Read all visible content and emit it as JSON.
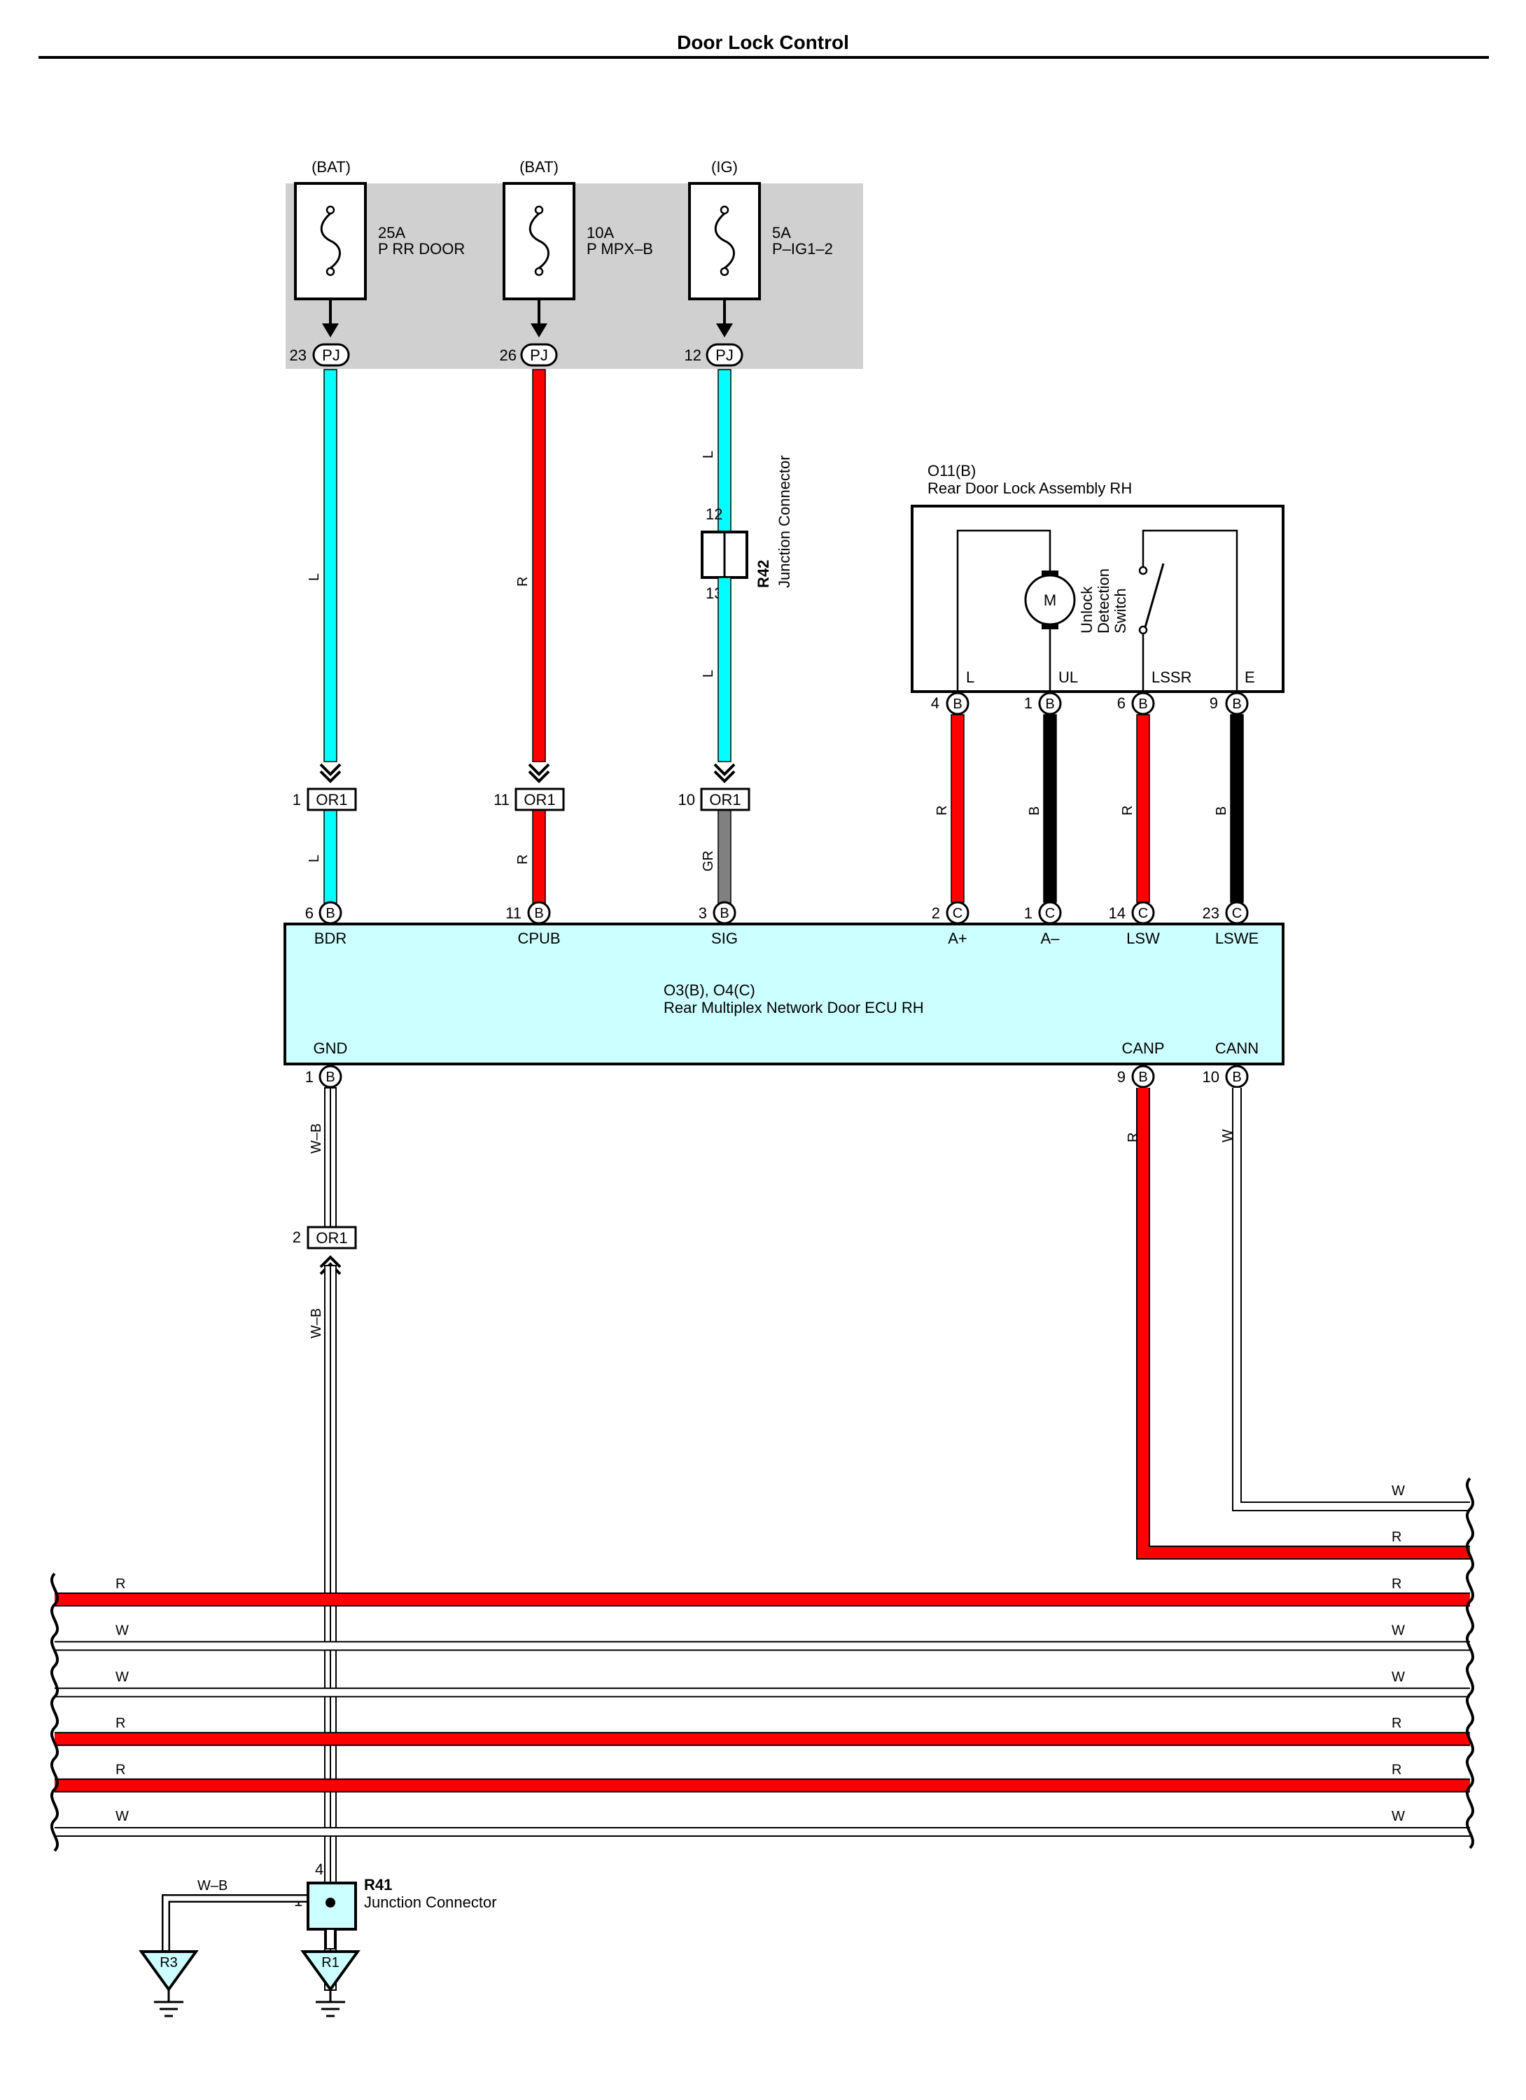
{
  "title": "Door Lock Control",
  "colors": {
    "L": "#00ffff",
    "R": "#ff0000",
    "B": "#000000",
    "GR": "#808080",
    "W": "#ffffff",
    "W-B": "#ffffff",
    "fuse_box": "#d0d0d0",
    "ecu_fill": "#ccffff"
  },
  "fuses": [
    {
      "source": "(BAT)",
      "rating": "25A",
      "name": "P RR DOOR",
      "pin": "23",
      "conn": "PJ"
    },
    {
      "source": "(BAT)",
      "rating": "10A",
      "name": "P MPX–B",
      "pin": "26",
      "conn": "PJ"
    },
    {
      "source": "(IG)",
      "rating": "5A",
      "name": "P–IG1–2",
      "pin": "12",
      "conn": "PJ"
    }
  ],
  "wire_labels": {
    "L": "L",
    "R": "R",
    "B": "B",
    "GR": "GR",
    "W": "W",
    "WB": "W–B"
  },
  "junction_r42": {
    "id": "R42",
    "name": "Junction Connector",
    "pin_top": "12",
    "pin_bottom": "13"
  },
  "or1": [
    {
      "pin": "1",
      "conn": "OR1"
    },
    {
      "pin": "11",
      "conn": "OR1"
    },
    {
      "pin": "10",
      "conn": "OR1"
    },
    {
      "pin": "2",
      "conn": "OR1"
    }
  ],
  "door_lock": {
    "id": "O11(B)",
    "name": "Rear Door Lock Assembly RH",
    "motor": "M",
    "switch_label": [
      "Unlock",
      "Detection",
      "Switch"
    ],
    "terminals": [
      {
        "label": "L",
        "pin": "4",
        "conn": "B"
      },
      {
        "label": "UL",
        "pin": "1",
        "conn": "B"
      },
      {
        "label": "LSSR",
        "pin": "6",
        "conn": "B"
      },
      {
        "label": "E",
        "pin": "9",
        "conn": "B"
      }
    ]
  },
  "ecu": {
    "id": "O3(B), O4(C)",
    "name": "Rear Multiplex Network Door ECU RH",
    "top_terminals": [
      {
        "label": "BDR",
        "pin": "6",
        "conn": "B"
      },
      {
        "label": "CPUB",
        "pin": "11",
        "conn": "B"
      },
      {
        "label": "SIG",
        "pin": "3",
        "conn": "B"
      },
      {
        "label": "A+",
        "pin": "2",
        "conn": "C"
      },
      {
        "label": "A–",
        "pin": "1",
        "conn": "C"
      },
      {
        "label": "LSW",
        "pin": "14",
        "conn": "C"
      },
      {
        "label": "LSWE",
        "pin": "23",
        "conn": "C"
      }
    ],
    "bottom_terminals": [
      {
        "label": "GND",
        "pin": "1",
        "conn": "B"
      },
      {
        "label": "CANP",
        "pin": "9",
        "conn": "B"
      },
      {
        "label": "CANN",
        "pin": "10",
        "conn": "B"
      }
    ]
  },
  "bus_lines": [
    "R",
    "W",
    "W",
    "R",
    "R",
    "W"
  ],
  "junction_r41": {
    "id": "R41",
    "name": "Junction Connector",
    "pin_top": "4",
    "pin_left": "1"
  },
  "grounds": [
    "R3",
    "R1"
  ]
}
